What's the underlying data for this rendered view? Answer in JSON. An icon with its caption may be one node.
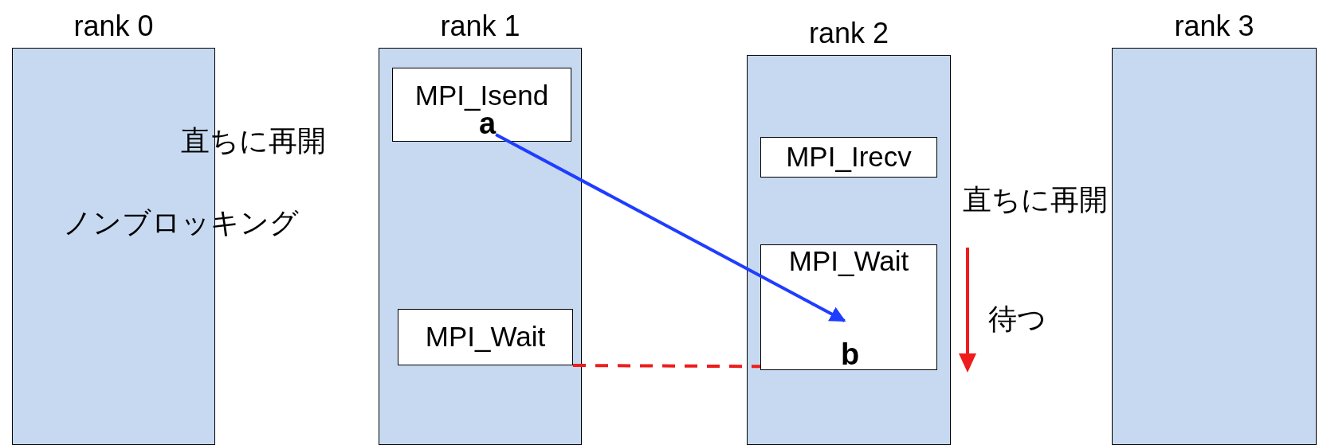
{
  "diagram": {
    "nodes": [
      {
        "text": [
          "rank 0"
        ]
      },
      {
        "text": [
          "rank 1"
        ]
      },
      {
        "text": [
          "MPI_Isend"
        ],
        "in": 1
      },
      {
        "text": [
          "a"
        ],
        "in": 2
      },
      {
        "text": [
          "MPI_Wait"
        ],
        "in": 1
      },
      {
        "text": [
          "rank 2"
        ]
      },
      {
        "text": [
          "MPI_Irecv"
        ],
        "in": 5
      },
      {
        "text": [
          "MPI_Wait"
        ],
        "in": 5
      },
      {
        "text": [
          "b"
        ],
        "in": 7
      },
      {
        "text": [
          "rank 3"
        ]
      }
    ],
    "edges": [
      {
        "from": 3,
        "to": 8,
        "arrow": "to",
        "color": "#1f3dff"
      },
      {
        "from": 4,
        "to": 7,
        "arrow": "none",
        "style": "dashed",
        "color": "#ee1c1c"
      }
    ],
    "labels": [
      "直ちに再開",
      "ノンブロッキング",
      "直ちに再開",
      "待つ"
    ]
  }
}
